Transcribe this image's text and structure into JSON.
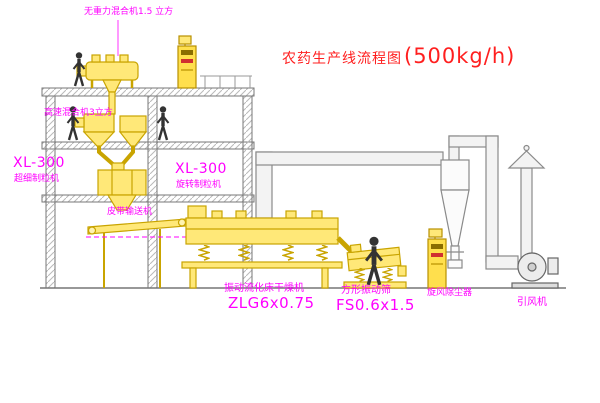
{
  "title": {
    "main": "农药生产线流程图",
    "capacity": "(500kg/h)"
  },
  "labels": {
    "gravity_mixer": "无重力混合机1.5 立方",
    "high_speed_mixer": "高速混合机3立方",
    "granulator_left_model": "XL-300",
    "granulator_left_name": "超细制粒机",
    "granulator_mid_model": "XL-300",
    "granulator_mid_name": "旋转制粒机",
    "belt_conveyor": "皮带输送机",
    "dryer_name": "振动流化床干燥机",
    "dryer_model": "ZLG6x0.75",
    "screen_name": "方形振动筛",
    "screen_model": "FS0.6x1.5",
    "cyclone": "旋风除尘器",
    "fan": "引风机"
  },
  "colors": {
    "label_magenta": "#ff00ff",
    "title_red": "#ff1f1f",
    "equipment_yellow": "#ffe878",
    "equipment_outline": "#c9a400",
    "structure_gray": "#777777",
    "duct_gray": "#8a8a8a",
    "background": "#ffffff"
  }
}
